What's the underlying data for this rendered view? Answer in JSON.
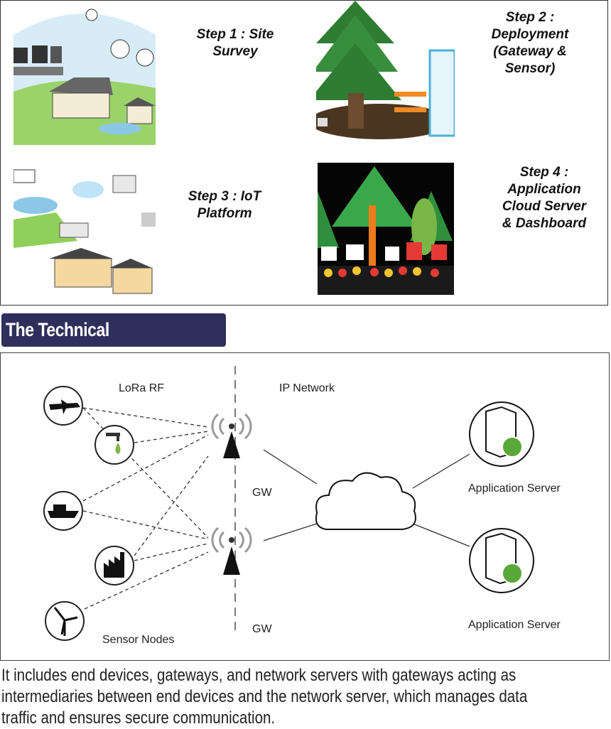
{
  "steps": [
    {
      "label": "Step 1 : Site\nSurvey"
    },
    {
      "label": "Step 2 :\nDeployment\n(Gateway &\nSensor)"
    },
    {
      "label": "Step 3 : IoT\nPlatform"
    },
    {
      "label": "Step 4 :\nApplication\nCloud Server\n& Dashboard"
    }
  ],
  "banner": {
    "title": "The Technical Architecture",
    "color": "#2f2f5c"
  },
  "diagram": {
    "lora_label": "LoRa RF",
    "ip_label": "IP Network",
    "gateway_labels": [
      "GW",
      "GW"
    ],
    "sensor_label": "Sensor Nodes",
    "server_labels": [
      "Application Server",
      "Application Server"
    ],
    "sensor_icons": [
      "airplane-icon",
      "water-tap-icon",
      "ship-icon",
      "factory-icon",
      "wind-turbine-icon"
    ]
  },
  "description": {
    "lines": [
      "It includes end devices, gateways, and network servers with gateways acting as",
      "intermediaries between end devices and the network server, which manages data",
      "traffic and ensures secure communication."
    ]
  }
}
